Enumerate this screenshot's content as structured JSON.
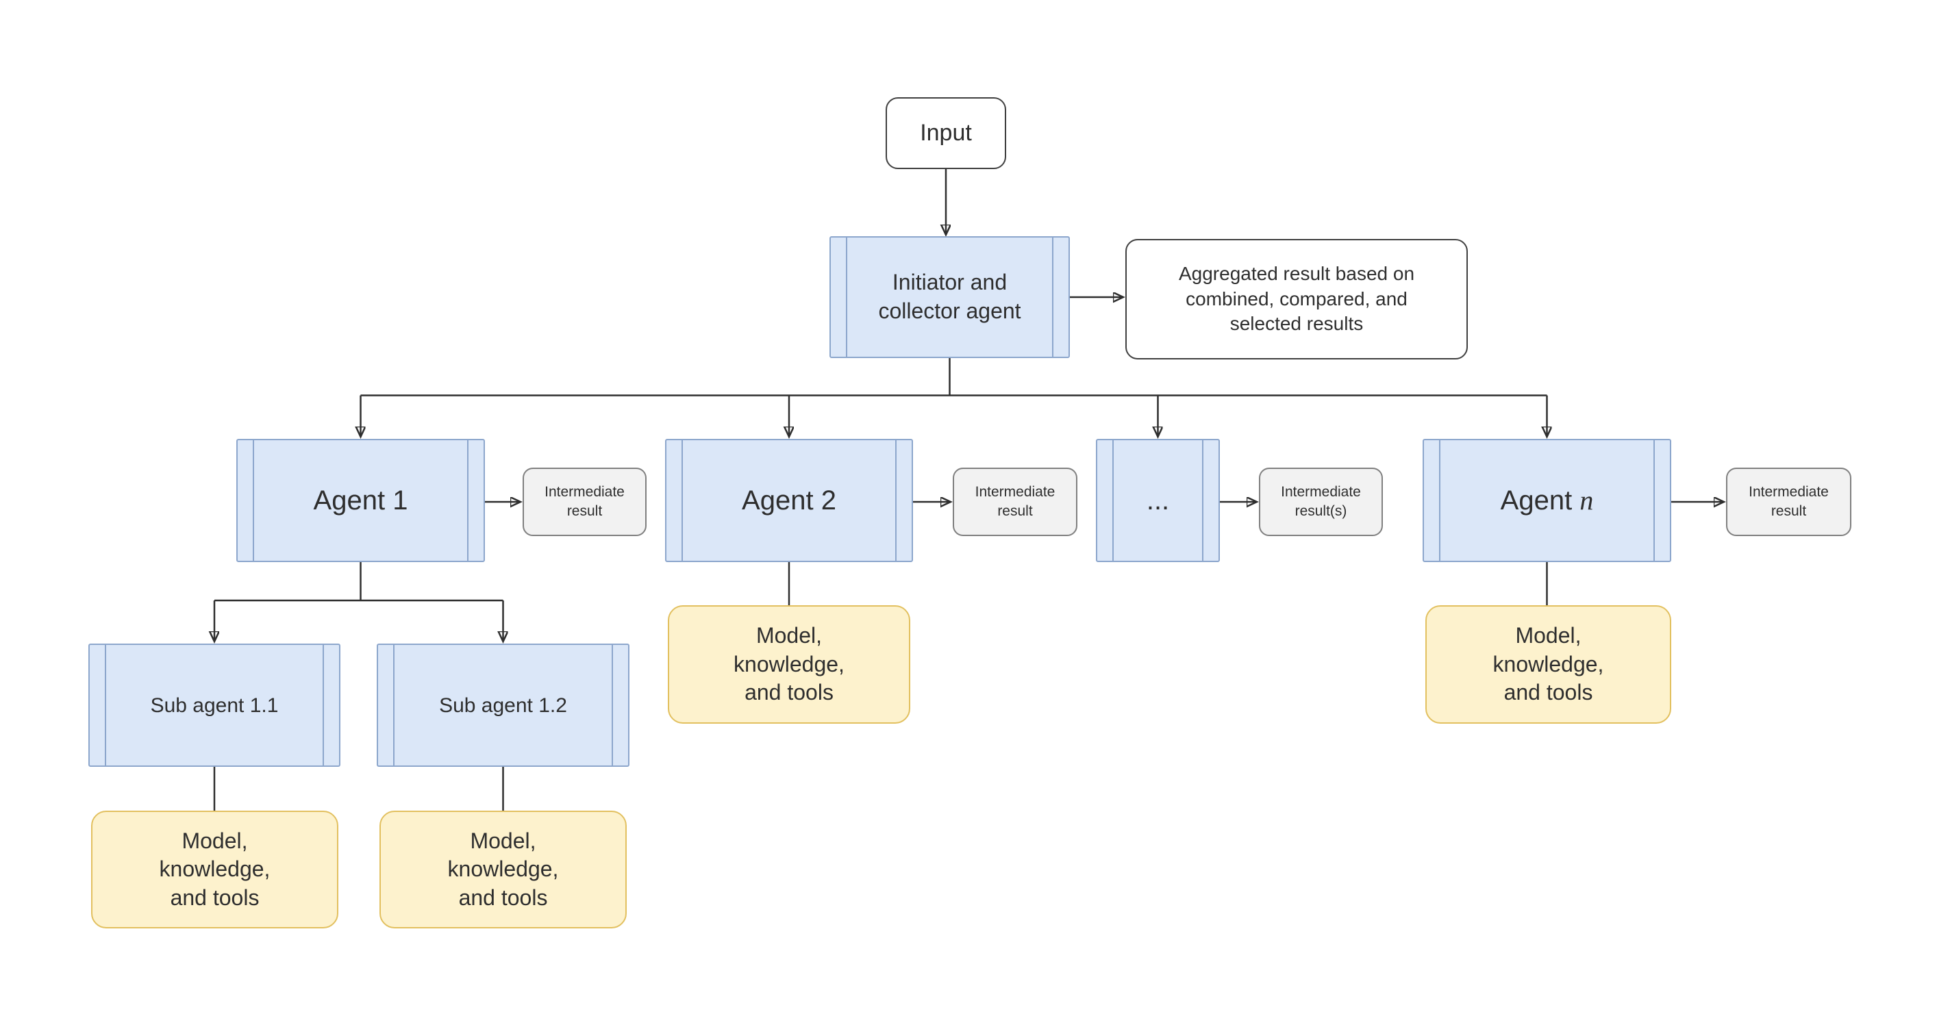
{
  "diagram": {
    "input": {
      "label": "Input"
    },
    "initiator": {
      "label": "Initiator and collector agent"
    },
    "aggregated_result": {
      "label": "Aggregated result based on combined, compared, and selected results"
    },
    "agents": [
      {
        "label": "Agent 1",
        "result": "Intermediate result"
      },
      {
        "label": "Agent 2",
        "result": "Intermediate result"
      },
      {
        "label": "...",
        "result": "Intermediate result(s)"
      },
      {
        "label_prefix": "Agent ",
        "label_var": "n",
        "result": "Intermediate result"
      }
    ],
    "sub_agents": [
      {
        "label": "Sub agent 1.1"
      },
      {
        "label": "Sub agent 1.2"
      }
    ],
    "resources_label": "Model, knowledge, and tools",
    "colors": {
      "agent_fill": "#dbe7f8",
      "agent_border": "#8ca6cc",
      "resource_fill": "#fdf2cd",
      "resource_border": "#e2c05f",
      "result_fill": "#f2f2f2",
      "result_border": "#7f7f7f",
      "terminal_fill": "#ffffff",
      "terminal_border": "#3f3f3f",
      "connector": "#2e2e2e"
    }
  }
}
